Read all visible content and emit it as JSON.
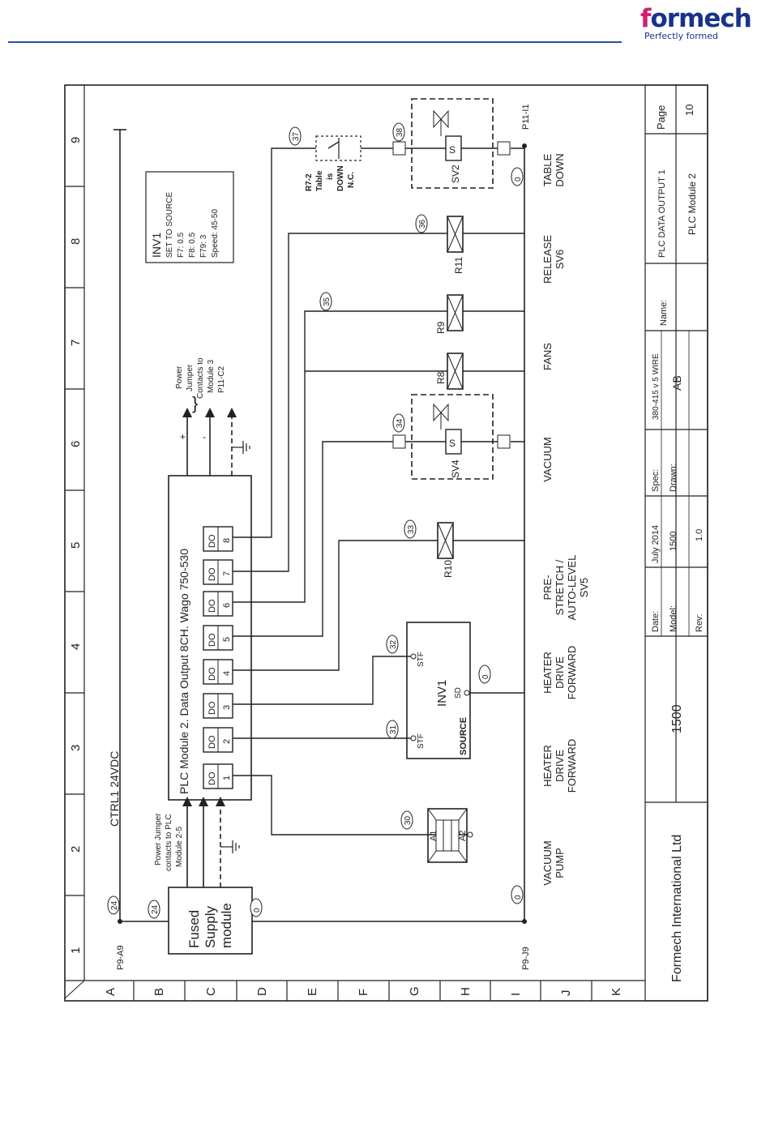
{
  "header": {
    "brand_first": "f",
    "brand_rest": "ormech",
    "tagline": "Perfectly formed",
    "brand_color": "#17338a",
    "accent_color": "#d1216f"
  },
  "grid": {
    "columns": [
      "1",
      "2",
      "3",
      "4",
      "5",
      "6",
      "7",
      "8",
      "9"
    ],
    "rows": [
      "A",
      "B",
      "C",
      "D",
      "E",
      "F",
      "G",
      "H",
      "I",
      "J",
      "K"
    ]
  },
  "diagram": {
    "rail_label": "CTRL1 24VDC",
    "rail_start": "P9-A9",
    "rail_end": "P9-J9",
    "rail_right": "P11-I1",
    "supply_line1": "Fused",
    "supply_line2": "Supply",
    "supply_line3": "module",
    "jumper_left": [
      "Power Jumper",
      "contacts to PLC",
      "Module 2-5"
    ],
    "jumper_right": [
      "Power",
      "Jumper",
      "Contacts to",
      "Module 3",
      "P11-C2"
    ],
    "plc_title": "PLC Module 2.  Data Output 8CH.  Wago 750-530",
    "do_label": "DO",
    "do_numbers": [
      "1",
      "2",
      "3",
      "4",
      "5",
      "6",
      "7",
      "8"
    ],
    "plus": "+",
    "minus": "-",
    "inv_title": "INV1",
    "inv_source": "SOURCE",
    "inv_stf": "STF",
    "inv_sd": "SD",
    "inv1_box": [
      "INV1",
      "SET TO SOURCE",
      "F7: 0.5",
      "F8: 0.5",
      "F79: 3",
      "Speed: 45-50"
    ],
    "wires": [
      "24",
      "24",
      "0",
      "0",
      "0",
      "30",
      "31",
      "32",
      "33",
      "34",
      "35",
      "36",
      "37",
      "38",
      "0",
      "0"
    ],
    "r72_label": [
      "R7-2",
      "Table",
      "is",
      "DOWN",
      "N.C."
    ],
    "coil_labels": [
      "A1",
      "A2",
      "R10",
      "SV4",
      "R8",
      "R9",
      "R11",
      "SV2",
      "S"
    ],
    "function_labels": [
      [
        "VACUUM",
        "PUMP"
      ],
      [
        "HEATER",
        "DRIVE",
        "FORWARD"
      ],
      [
        "HEATER",
        "DRIVE",
        "FORWARD"
      ],
      [
        "PRE-",
        "STRETCH /",
        "AUTO-LEVEL",
        "SV5"
      ],
      [
        "VACUUM"
      ],
      [
        "FANS"
      ],
      [
        "RELEASE",
        "SV6"
      ],
      [
        "TABLE",
        "DOWN"
      ]
    ]
  },
  "title_block": {
    "company": "Formech International Ltd",
    "model_big": "1500",
    "date_label": "Date:",
    "date_value": "July 2014",
    "spec_label": "Spec:",
    "spec_value": "380-415 v 5 WIRE",
    "name_label": "Name:",
    "name_value": "PLC DATA OUTPUT 1",
    "page_label": "Page",
    "page_value": "10",
    "model_label": "Model:",
    "model_value": "1500",
    "drawn_label": "Drawn:",
    "drawn_value": "AB",
    "subname_value": "PLC Module 2",
    "rev_label": "Rev:",
    "rev_value": "1.0"
  }
}
